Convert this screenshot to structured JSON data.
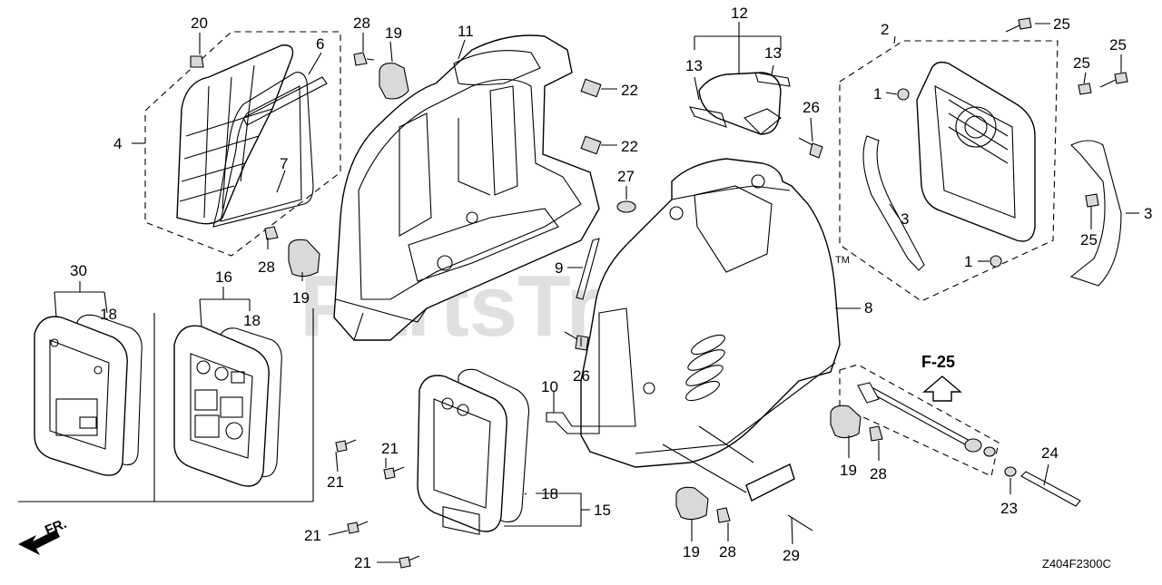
{
  "diagram": {
    "section_label": "F-25",
    "figure_code": "Z404F2300C",
    "direction_label": "FR.",
    "watermark_text": "PartsTree",
    "watermark_tm": "TM",
    "callouts": {
      "c1a": "1",
      "c1b": "1",
      "c2": "2",
      "c3a": "3",
      "c3b": "3",
      "c4": "4",
      "c6": "6",
      "c7": "7",
      "c8": "8",
      "c9": "9",
      "c10": "10",
      "c11": "11",
      "c12": "12",
      "c13a": "13",
      "c13b": "13",
      "c15": "15",
      "c16": "16",
      "c18a": "18",
      "c18b": "18",
      "c18c": "18",
      "c19a": "19",
      "c19b": "19",
      "c19c": "19",
      "c19d": "19",
      "c20": "20",
      "c21a": "21",
      "c21b": "21",
      "c21c": "21",
      "c21d": "21",
      "c22a": "22",
      "c22b": "22",
      "c23": "23",
      "c24": "24",
      "c25a": "25",
      "c25b": "25",
      "c25c": "25",
      "c25d": "25",
      "c26a": "26",
      "c26b": "26",
      "c27": "27",
      "c28a": "28",
      "c28b": "28",
      "c28c": "28",
      "c28d": "28",
      "c29": "29",
      "c30": "30"
    }
  }
}
